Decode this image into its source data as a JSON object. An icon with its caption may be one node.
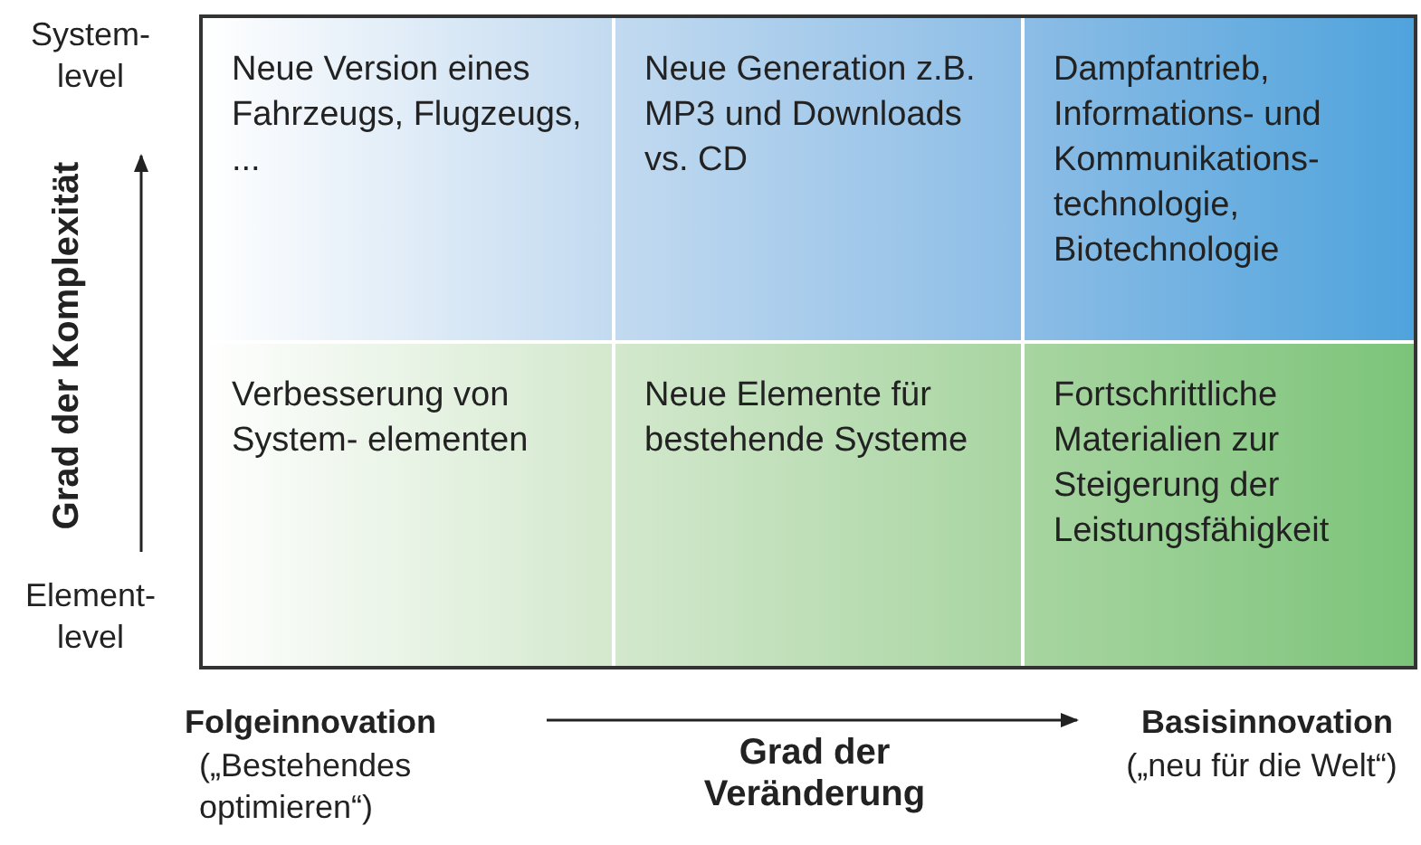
{
  "diagram": {
    "nodes": [
      {
        "text": [
          "Neue Version eines Fahrzeugs, Flugzeugs, ..."
        ]
      },
      {
        "text": [
          "Neue Generation z.B. MP3 und Downloads vs. CD"
        ]
      },
      {
        "text": [
          "Dampfantrieb, Informations- und Kommunikations- technologie, Biotechnologie"
        ]
      },
      {
        "text": [
          "Verbesserung von System- elementen"
        ]
      },
      {
        "text": [
          "Neue Elemente für bestehende Systeme"
        ]
      },
      {
        "text": [
          "Fortschrittliche Materialien zur Steigerung der Leistungsfähigkeit"
        ]
      }
    ],
    "labels": [
      "System- level",
      "Grad der Komplexität",
      "Element- level",
      "Folgeinnovation",
      "(„Bestehendes optimieren“)",
      "Grad der Veränderung",
      "Basisinnovation",
      "(„neu für die Welt“)"
    ]
  }
}
